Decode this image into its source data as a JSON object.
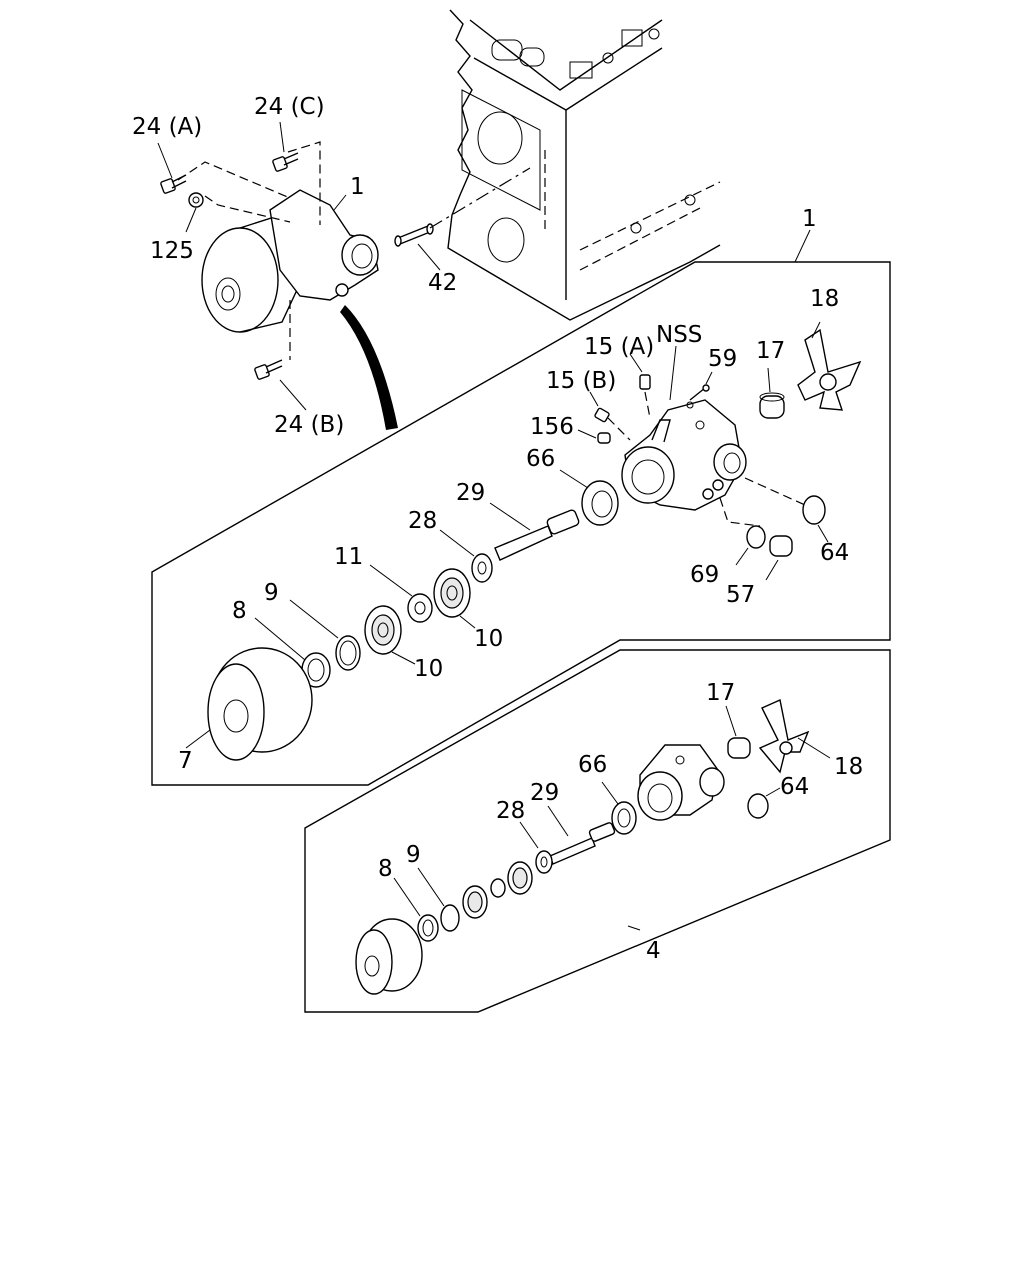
{
  "callouts": {
    "c_24a": "24 (A)",
    "c_24c": "24 (C)",
    "c_1_top": "1",
    "c_125": "125",
    "c_42": "42",
    "c_24b": "24 (B)",
    "c_1_box": "1",
    "c_18_box1": "18",
    "c_nss": "NSS",
    "c_15a": "15 (A)",
    "c_59": "59",
    "c_17_box1": "17",
    "c_15b": "15 (B)",
    "c_156": "156",
    "c_66_box1": "66",
    "c_29_box1": "29",
    "c_28_box1": "28",
    "c_64_box1": "64",
    "c_69": "69",
    "c_57": "57",
    "c_11": "11",
    "c_9_box1": "9",
    "c_8_box1": "8",
    "c_10_upper": "10",
    "c_10_lower": "10",
    "c_7": "7",
    "c_17_box2": "17",
    "c_18_box2": "18",
    "c_66_box2": "66",
    "c_64_box2": "64",
    "c_29_box2": "29",
    "c_28_box2": "28",
    "c_8_box2": "8",
    "c_9_box2": "9",
    "c_4": "4"
  }
}
